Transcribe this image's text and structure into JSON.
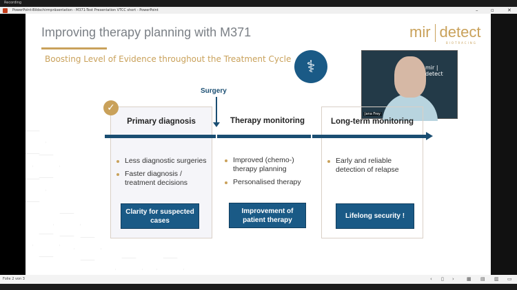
{
  "recording_label": "Recording",
  "window_title": "PowerPoint-Bildschirmpräsentation - M371-Test Presentation VTCC short - PowerPoint",
  "slide": {
    "title": "Improving therapy planning with M371",
    "subtitle": "Boosting Level of Evidence throughout the Treatment Cycle",
    "logo_left": "mir",
    "logo_right": "detect",
    "logo_sub": "BIOTRACING",
    "surgery_label": "Surgery",
    "phases": [
      {
        "title": "Primary diagnosis",
        "bullets": [
          "Less diagnostic surgeries",
          "Faster diagnosis / treatment decisions"
        ],
        "cta": "Clarity for suspected cases"
      },
      {
        "title": "Therapy monitoring",
        "bullets": [
          "Improved (chemo-) therapy planning",
          "Personalised therapy"
        ],
        "cta": "Improvement of patient therapy"
      },
      {
        "title": "Long-term monitoring",
        "bullets": [
          "Early and reliable detection of relapse"
        ],
        "cta": "Lifelong security !"
      }
    ]
  },
  "video": {
    "participant_name": "Jana Frey",
    "background_logo": "mir | detect"
  },
  "status": {
    "slide_counter": "Folie 2 von 3"
  },
  "colors": {
    "accent_gold": "#c9a15a",
    "brand_blue": "#1a5a86"
  }
}
